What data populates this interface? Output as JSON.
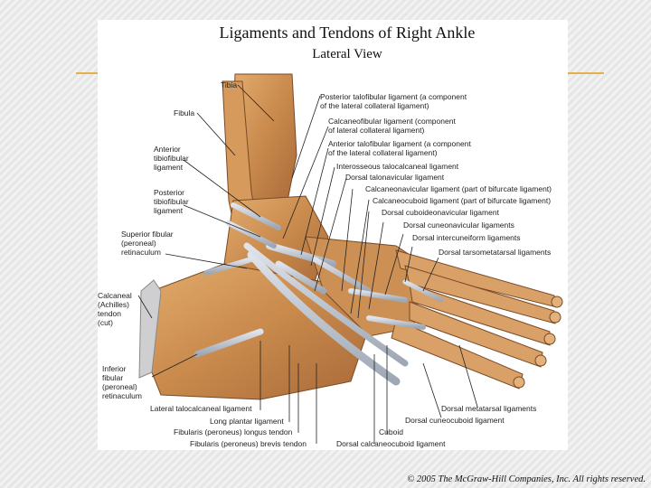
{
  "slide": {
    "title": "Ligaments and Tendons of Right Ankle",
    "subtitle": "Lateral View",
    "copyright": "© 2005 The McGraw-Hill Companies, Inc. All rights reserved."
  },
  "labels": {
    "tibia": "Tibia",
    "fibula": "Fibula",
    "anterior_tibiofibular": [
      "Anterior",
      "tibiofibular",
      "ligament"
    ],
    "posterior_tibiofibular": [
      "Posterior",
      "tibiofibular",
      "ligament"
    ],
    "superior_fibular_retinaculum": [
      "Superior fibular",
      "(peroneal)",
      "retinaculum"
    ],
    "calcaneal_tendon": [
      "Calcaneal",
      "(Achilles)",
      "tendon",
      "(cut)"
    ],
    "inferior_fibular_retinaculum": [
      "Inferior",
      "fibular",
      "(peroneal)",
      "retinaculum"
    ],
    "posterior_talofibular": [
      "Posterior talofibular ligament (a component",
      "of the lateral collateral ligament)"
    ],
    "calcaneofibular": [
      "Calcaneofibular ligament (component",
      "of lateral collateral ligament)"
    ],
    "anterior_talofibular": [
      "Anterior talofibular ligament (a component",
      "of the lateral collateral ligament)"
    ],
    "interosseous_talocalcaneal": "Interosseous talocalcaneal ligament",
    "dorsal_talonavicular": "Dorsal talonavicular ligament",
    "calcaneonavicular": "Calcaneonavicular ligament (part of bifurcate ligament)",
    "calcaneocuboid": "Calcaneocuboid ligament (part of bifurcate ligament)",
    "dorsal_cuboideonavicular": "Dorsal cuboideonavicular ligament",
    "dorsal_cuneonavicular": "Dorsal cuneonavicular ligaments",
    "dorsal_intercuneiform": "Dorsal intercuneiform ligaments",
    "dorsal_tarsometatarsal": "Dorsal tarsometatarsal ligaments",
    "lateral_talocalcaneal": "Lateral talocalcaneal ligament",
    "long_plantar": "Long plantar ligament",
    "fibularis_longus": "Fibularis (peroneus) longus tendon",
    "fibularis_brevis": "Fibularis (peroneus) brevis tendon",
    "cuboid": "Cuboid",
    "dorsal_calcaneocuboid": "Dorsal calcaneocuboid ligament",
    "dorsal_cuneocuboid": "Dorsal cuneocuboid ligament",
    "dorsal_metatarsal": "Dorsal metatarsal ligaments"
  }
}
